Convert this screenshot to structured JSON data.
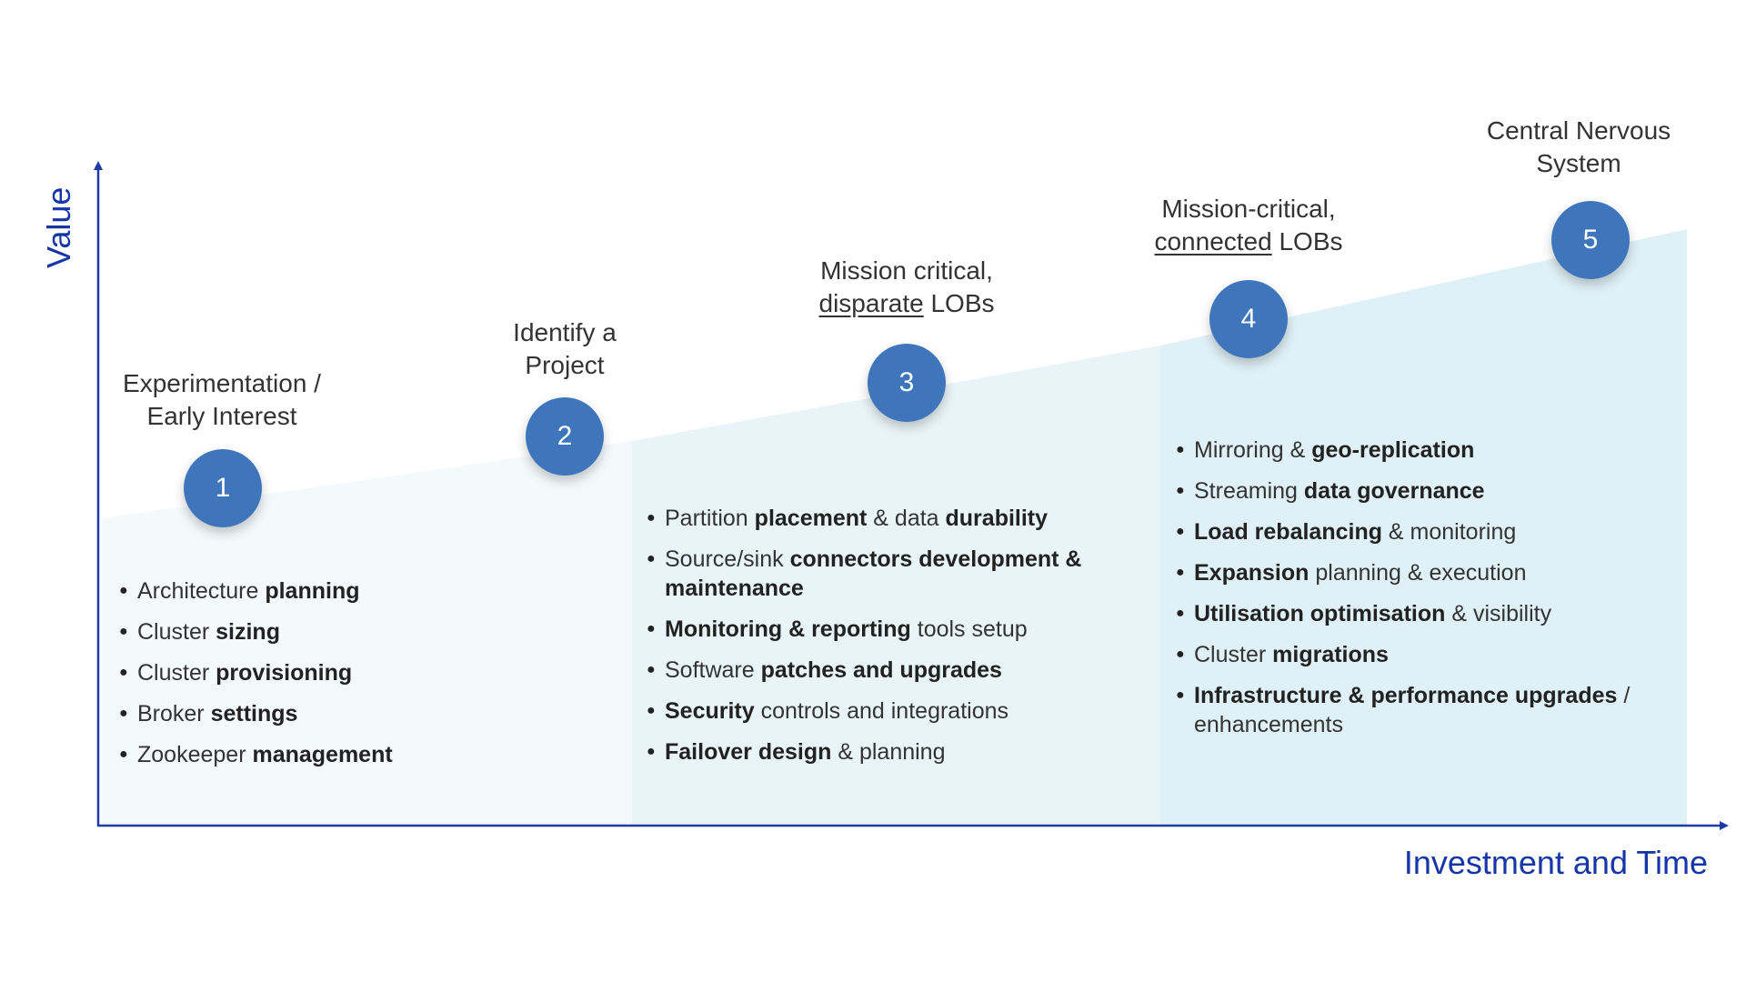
{
  "axes": {
    "y_label": "Value",
    "x_label": "Investment and Time"
  },
  "colors": {
    "axis": "#1e3aa6",
    "badge": "#3f76bb",
    "band_1": "#f4f9fc",
    "band_2": "#e9f4f9",
    "band_3": "#dff0f6"
  },
  "stages": [
    {
      "number": "1",
      "title_parts": [
        {
          "text": "Experimentation /"
        },
        {
          "br": true
        },
        {
          "text": "Early Interest"
        }
      ],
      "bullets": [
        [
          {
            "text": "Architecture "
          },
          {
            "text": "planning",
            "bold": true
          }
        ],
        [
          {
            "text": "Cluster "
          },
          {
            "text": "sizing",
            "bold": true
          }
        ],
        [
          {
            "text": "Cluster "
          },
          {
            "text": "provisioning",
            "bold": true
          }
        ],
        [
          {
            "text": "Broker "
          },
          {
            "text": "settings",
            "bold": true
          }
        ],
        [
          {
            "text": "Zookeeper "
          },
          {
            "text": "management",
            "bold": true
          }
        ]
      ]
    },
    {
      "number": "2",
      "title_parts": [
        {
          "text": "Identify a"
        },
        {
          "br": true
        },
        {
          "text": "Project"
        }
      ],
      "bullets": []
    },
    {
      "number": "3",
      "title_parts": [
        {
          "text": "Mission critical,"
        },
        {
          "br": true
        },
        {
          "text": "disparate",
          "underline": true
        },
        {
          "text": " LOBs"
        }
      ],
      "bullets": [
        [
          {
            "text": "Partition "
          },
          {
            "text": "placement",
            "bold": true
          },
          {
            "text": " & data "
          },
          {
            "text": "durability",
            "bold": true
          }
        ],
        [
          {
            "text": "Source/sink "
          },
          {
            "text": "connectors development & maintenance",
            "bold": true
          }
        ],
        [
          {
            "text": "Monitoring & reporting",
            "bold": true
          },
          {
            "text": " tools setup"
          }
        ],
        [
          {
            "text": "Software "
          },
          {
            "text": "patches and upgrades",
            "bold": true
          }
        ],
        [
          {
            "text": "Security",
            "bold": true
          },
          {
            "text": " controls and integrations"
          }
        ],
        [
          {
            "text": "Failover design",
            "bold": true
          },
          {
            "text": " & planning"
          }
        ]
      ]
    },
    {
      "number": "4",
      "title_parts": [
        {
          "text": "Mission-critical,"
        },
        {
          "br": true
        },
        {
          "text": "connected",
          "underline": true
        },
        {
          "text": " LOBs"
        }
      ],
      "bullets": [
        [
          {
            "text": "Mirroring & "
          },
          {
            "text": "geo-replication",
            "bold": true
          }
        ],
        [
          {
            "text": "Streaming "
          },
          {
            "text": "data governance",
            "bold": true
          }
        ],
        [
          {
            "text": "Load rebalancing",
            "bold": true
          },
          {
            "text": " & monitoring"
          }
        ],
        [
          {
            "text": "Expansion",
            "bold": true
          },
          {
            "text": " planning & execution"
          }
        ],
        [
          {
            "text": "Utilisation optimisation",
            "bold": true
          },
          {
            "text": " & visibility"
          }
        ],
        [
          {
            "text": "Cluster "
          },
          {
            "text": "migrations",
            "bold": true
          }
        ],
        [
          {
            "text": "Infrastructure & performance upgrades",
            "bold": true
          },
          {
            "text": " / enhancements"
          }
        ]
      ]
    },
    {
      "number": "5",
      "title_parts": [
        {
          "text": "Central Nervous"
        },
        {
          "br": true
        },
        {
          "text": "System"
        }
      ],
      "bullets": []
    }
  ]
}
